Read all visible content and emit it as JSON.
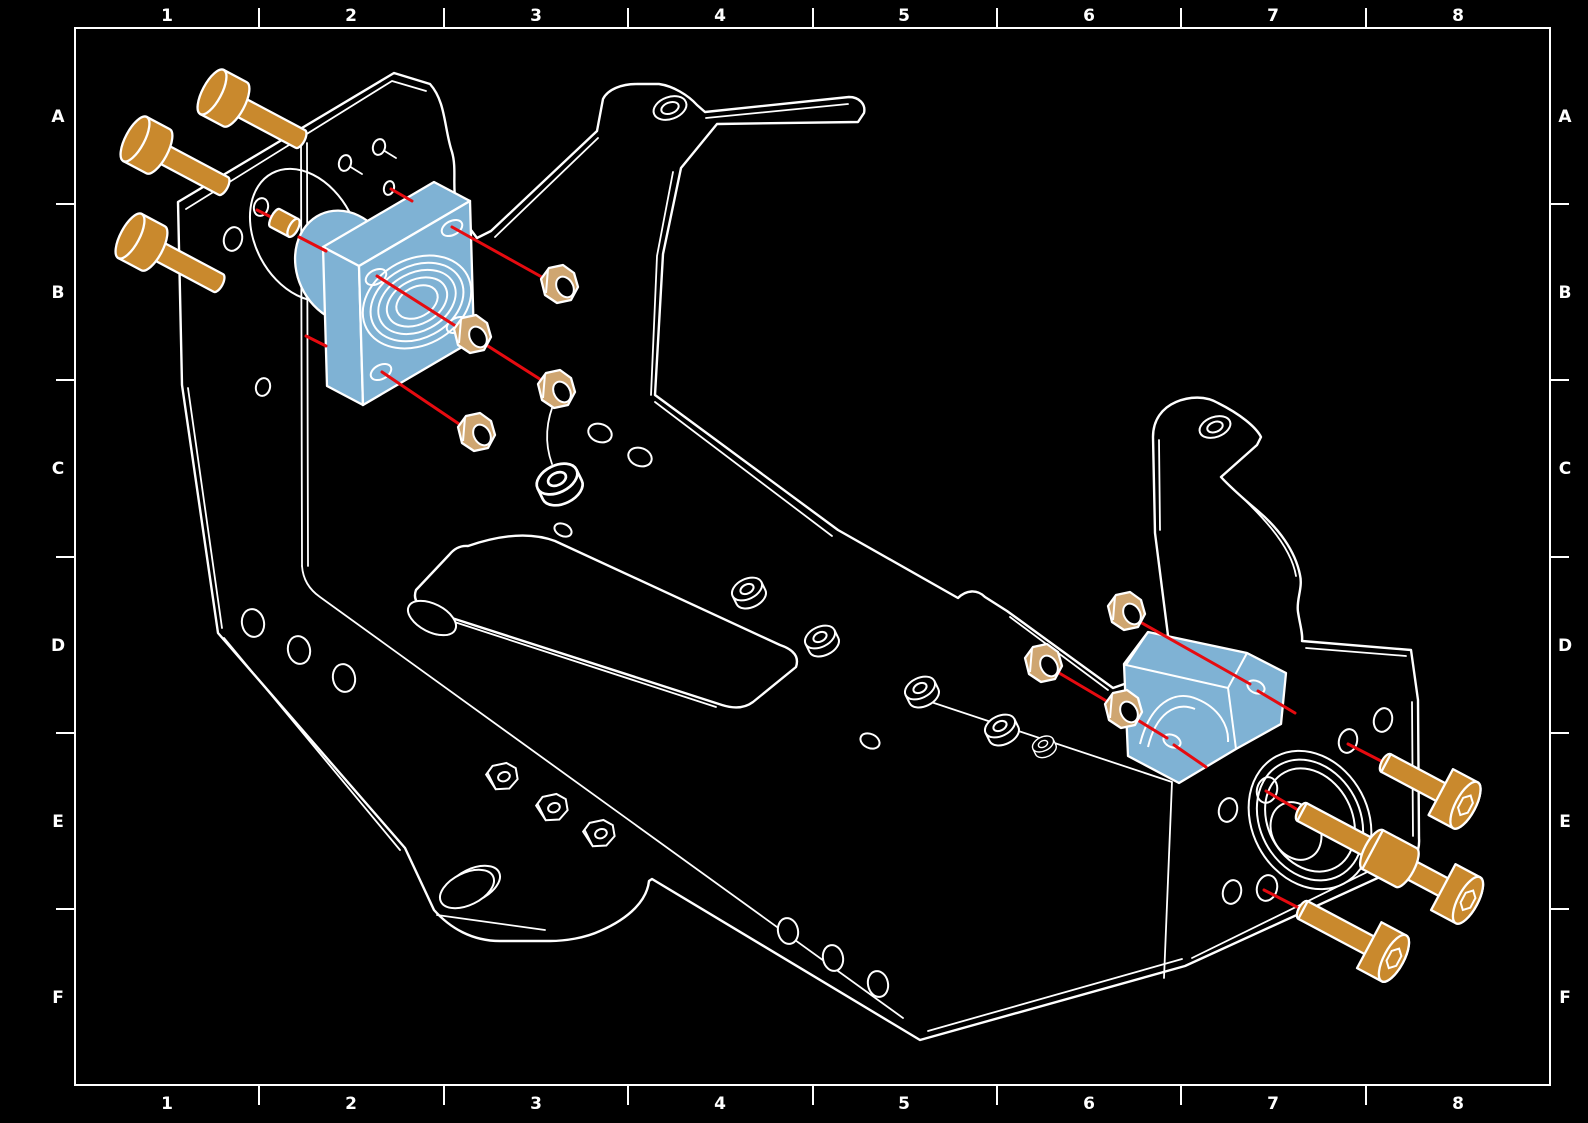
{
  "frame": {
    "columns": [
      "1",
      "2",
      "3",
      "4",
      "5",
      "6",
      "7",
      "8"
    ],
    "rows": [
      "A",
      "B",
      "C",
      "D",
      "E",
      "F"
    ]
  },
  "palette": {
    "background_black": "#000000",
    "outline_white": "#ffffff",
    "explode_red": "#e60b10",
    "screw_orange": "#c9892d",
    "nut_tan": "#cfa671",
    "block_blue": "#7fb2d4"
  },
  "assembly": {
    "left_group": {
      "socket_head_cap_screws": 3,
      "spacers": 1,
      "flange_bearing_blocks": 1,
      "hex_nuts": 4
    },
    "right_group": {
      "socket_head_cap_screws": 3,
      "spacer_sleeves": 1,
      "pillow_blocks": 1,
      "hex_nuts": 3
    },
    "chassis": {
      "washers": 6,
      "white_nuts": 3,
      "tab_holes": 3,
      "explosion_lines": 16
    }
  }
}
